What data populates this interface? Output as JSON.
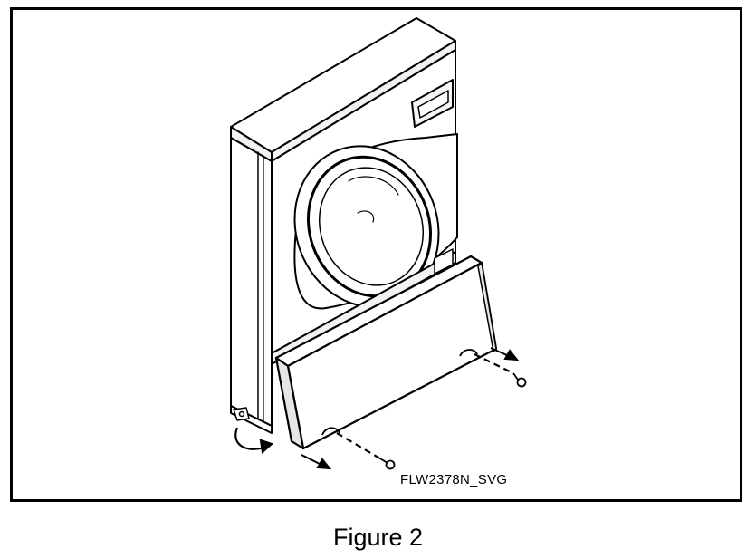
{
  "figure": {
    "drawing_code": "FLW2378N_SVG",
    "caption": "Figure 2"
  },
  "colors": {
    "ink": "#000000",
    "paper": "#ffffff",
    "shade": "#d9d9d9"
  },
  "icons": [
    "washer-illustration",
    "kickplate-panel",
    "screw-icon",
    "direction-arrow",
    "curved-arrow"
  ]
}
